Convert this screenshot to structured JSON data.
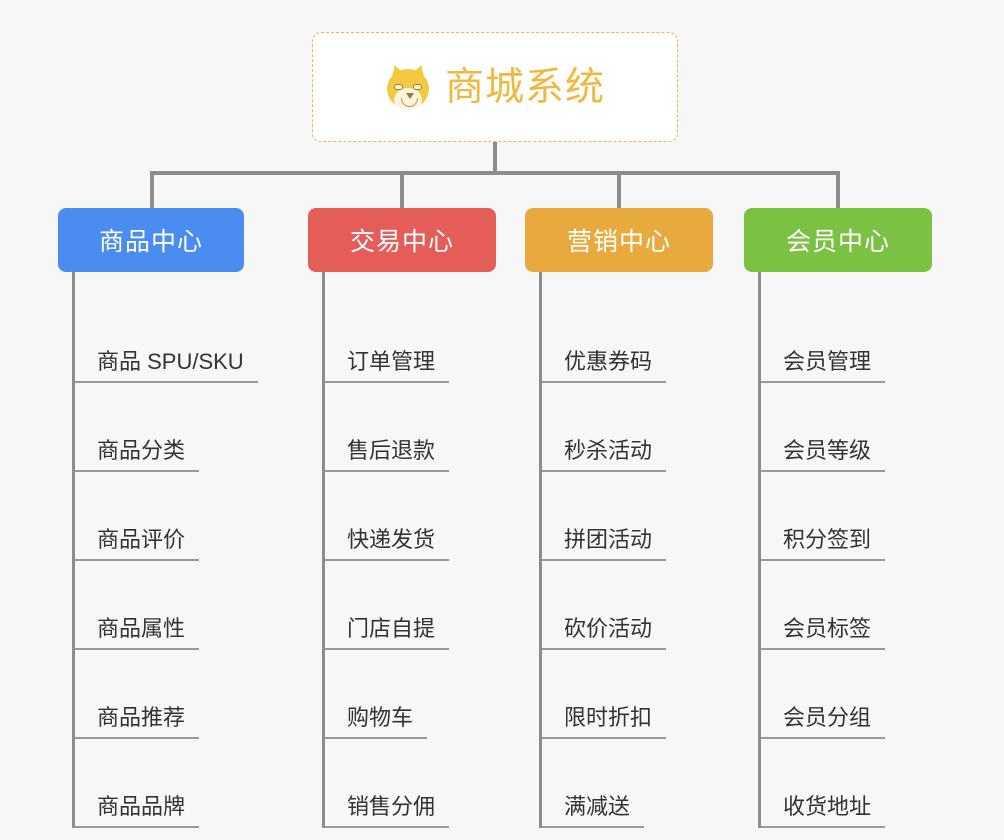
{
  "page": {
    "background_color": "#f7f7f7",
    "type": "organization-chart"
  },
  "root": {
    "title": "商城系统",
    "icon": "shiba-dog-face-emoji",
    "text_color": "#f0b840",
    "border_color": "#eeb64a",
    "background_color": "#ffffff",
    "border_style": "dashed"
  },
  "connector": {
    "color": "#8d8d8d"
  },
  "columns": [
    {
      "header": "商品中心",
      "color": "#4a8cf0",
      "items": [
        "商品 SPU/SKU",
        "商品分类",
        "商品评价",
        "商品属性",
        "商品推荐",
        "商品品牌"
      ]
    },
    {
      "header": "交易中心",
      "color": "#e45d59",
      "items": [
        "订单管理",
        "售后退款",
        "快递发货",
        "门店自提",
        "购物车",
        "销售分佣"
      ]
    },
    {
      "header": "营销中心",
      "color": "#e8a93f",
      "items": [
        "优惠券码",
        "秒杀活动",
        "拼团活动",
        "砍价活动",
        "限时折扣",
        "满减送"
      ]
    },
    {
      "header": "会员中心",
      "color": "#7bc143",
      "items": [
        "会员管理",
        "会员等级",
        "积分签到",
        "会员标签",
        "会员分组",
        "收货地址"
      ]
    }
  ]
}
